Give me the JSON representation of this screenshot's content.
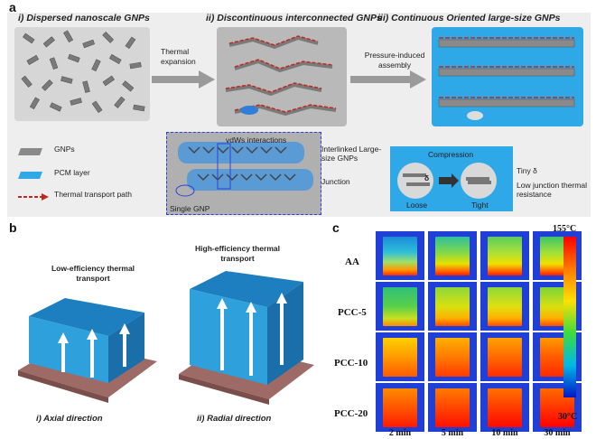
{
  "panel_a": {
    "label": "a",
    "title_i": "i) Dispersed nanoscale GNPs",
    "title_ii": "ii) Discontinuous interconnected GNPs",
    "title_iii": "iii) Continuous Oriented large-size GNPs",
    "arrow1": "Thermal expansion",
    "arrow2": "Pressure-induced assembly",
    "legend": [
      {
        "label": "GNPs",
        "icon": "gnp-flake-icon"
      },
      {
        "label": "PCM layer",
        "icon": "pcm-layer-icon"
      },
      {
        "label": "Thermal transport path",
        "icon": "dashed-arrow-icon"
      }
    ],
    "detail": {
      "vdw": "vdWs interactions",
      "interlinked": "Interlinked Large-size GNPs",
      "junction": "Junction",
      "single": "Single GNP"
    },
    "compression": {
      "title": "Compression",
      "delta": "δ",
      "loose": "Loose",
      "tight": "Tight",
      "tiny": "Tiny δ",
      "low": "Low junction thermal resistance"
    }
  },
  "panel_b": {
    "label": "b",
    "left_title": "Low-efficiency thermal transport",
    "right_title": "High-efficiency thermal transport",
    "left_caption": "i) Axial direction",
    "right_caption": "ii) Radial direction"
  },
  "panel_c": {
    "label": "c",
    "rows": [
      "AA",
      "PCC-5",
      "PCC-10",
      "PCC-20"
    ],
    "columns": [
      "2 min",
      "5 min",
      "10 min",
      "30 min"
    ],
    "scale_max": "155°C",
    "scale_min": "30°C"
  },
  "colors": {
    "panel_bg": "#eeeeee",
    "box_gray": "#b9b9b9",
    "box_blue": "#2fa8e8",
    "arrow_red": "#c0281e",
    "thermal_bg": "#1f3fd6"
  }
}
